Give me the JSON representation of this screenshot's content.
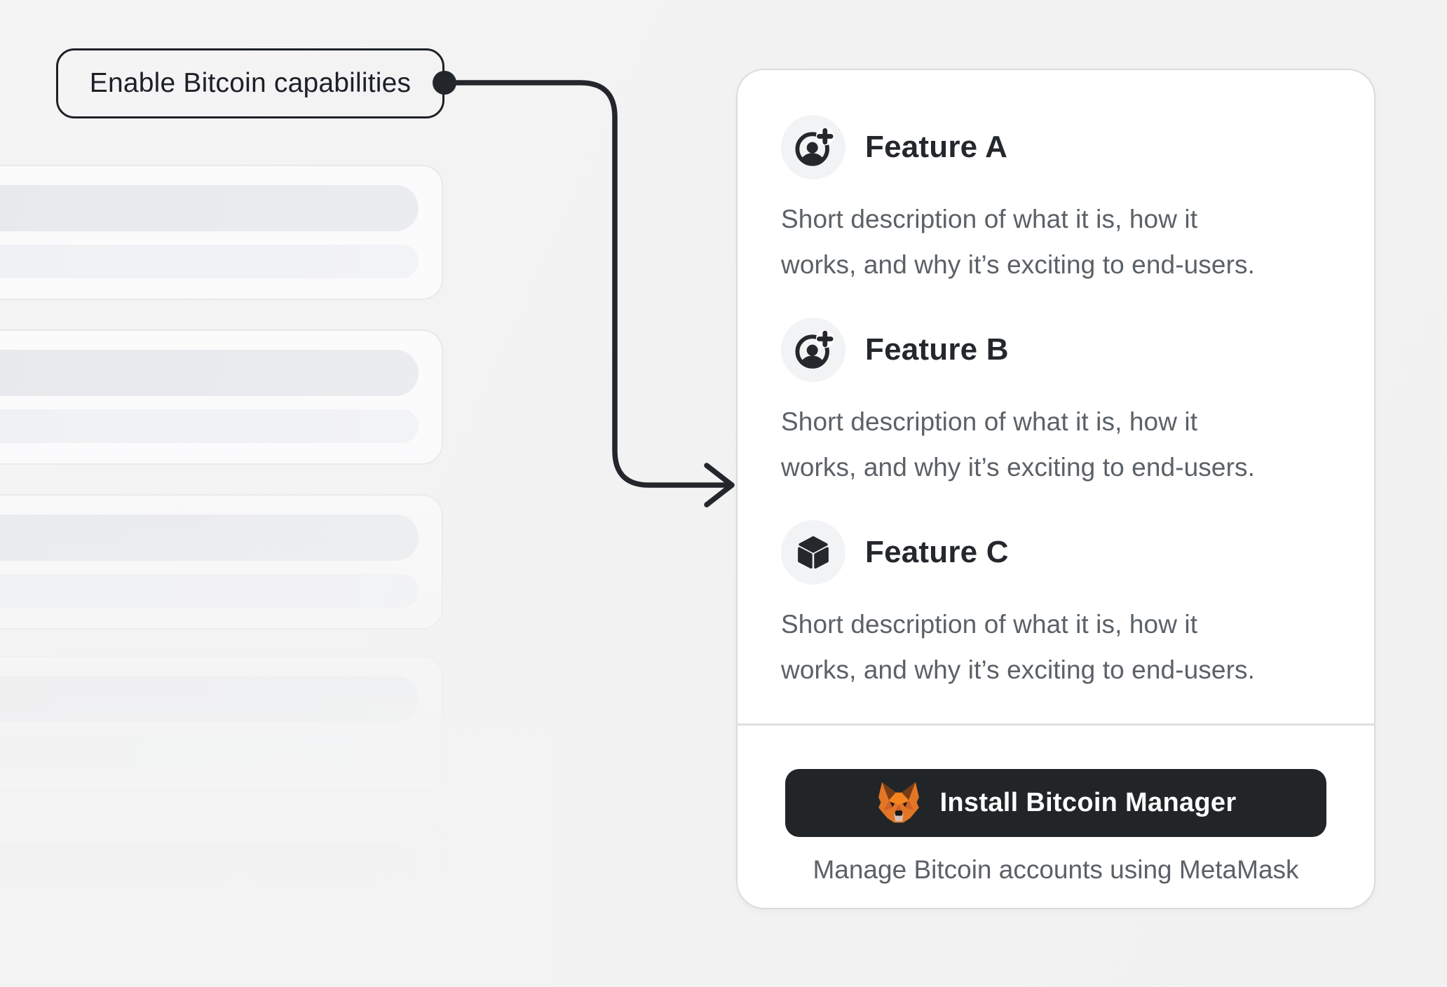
{
  "callout": {
    "label": "Enable Bitcoin capabilities"
  },
  "connector": {
    "style": "elbow-arrow",
    "color": "#23272b"
  },
  "features": [
    {
      "title": "Feature A",
      "icon": "account-add-icon",
      "lines": [
        "Short description of what it is, how it",
        "works, and why it’s exciting to end-users."
      ]
    },
    {
      "title": "Feature B",
      "icon": "account-add-icon",
      "lines": [
        "Short description of what it is, how it",
        "works, and why it’s exciting to end-users."
      ]
    },
    {
      "title": "Feature C",
      "icon": "cube-icon",
      "lines": [
        "Short description of what it is, how it",
        "works, and why it’s exciting to end-users."
      ]
    }
  ],
  "footer": {
    "button_label": "Install Bitcoin Manager",
    "button_icon": "metamask-fox-icon",
    "caption": "Manage Bitcoin accounts using MetaMask"
  },
  "colors": {
    "background": "#f3f3f3",
    "card": "#ffffff",
    "card_border": "#d9dcdf",
    "button_dark": "#222527",
    "text_primary": "#24282c",
    "text_secondary": "#5b6166",
    "connector": "#23272b",
    "icon_circle_bg": "#f2f3f5",
    "fox_orange": "#e27625"
  }
}
